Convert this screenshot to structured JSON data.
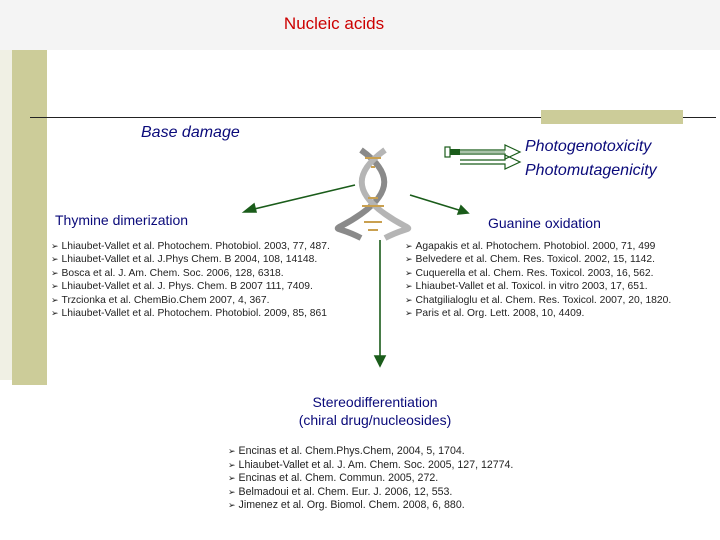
{
  "header": {
    "title": "Nucleic acids"
  },
  "left": {
    "heading": "Base damage",
    "subheading": "Thymine dimerization",
    "references": [
      "Lhiaubet-Vallet et al. Photochem. Photobiol. 2003, 77, 487.",
      "Lhiaubet-Vallet et al. J.Phys Chem. B  2004, 108, 14148.",
      "Bosca et al. J. Am. Chem. Soc. 2006, 128, 6318.",
      "Lhiaubet-Vallet et al. J. Phys. Chem. B 2007 111, 7409.",
      "Trzcionka et al. ChemBio.Chem 2007, 4, 367.",
      "Lhiaubet-Vallet et al. Photochem. Photobiol. 2009, 85, 861"
    ]
  },
  "right": {
    "heading_line1": "Photogenotoxicity",
    "heading_line2": "Photomutagenicity",
    "subheading": "Guanine oxidation",
    "references": [
      "Agapakis et al. Photochem. Photobiol. 2000, 71, 499",
      "Belvedere et al. Chem. Res. Toxicol. 2002, 15, 1142.",
      "Cuquerella et al. Chem. Res. Toxicol. 2003, 16, 562.",
      "Lhiaubet-Vallet et al. Toxicol. in vitro 2003, 17, 651.",
      "Chatgilialoglu et al. Chem. Res. Toxicol. 2007, 20, 1820.",
      "Paris et al. Org. Lett. 2008, 10, 4409."
    ]
  },
  "center": {
    "line1": "Stereodifferentiation",
    "line2": "(chiral drug/nucleosides)",
    "references": [
      "Encinas et al. Chem.Phys.Chem, 2004, 5, 1704.",
      "Lhiaubet-Vallet et al. J. Am. Chem. Soc. 2005, 127, 12774.",
      "Encinas et al. Chem. Commun. 2005, 272.",
      "Belmadoui et al. Chem. Eur. J. 2006,  12, 553.",
      "Jimenez et al. Org. Biomol. Chem. 2008, 6, 880."
    ]
  },
  "icons": [
    "dna-helix-icon",
    "double-arrow-icon"
  ],
  "colors": {
    "title": "#cc0000",
    "headings": "#0a0a7a",
    "accent_bar": "#cccc99",
    "arrows": "#1a5c1a"
  }
}
